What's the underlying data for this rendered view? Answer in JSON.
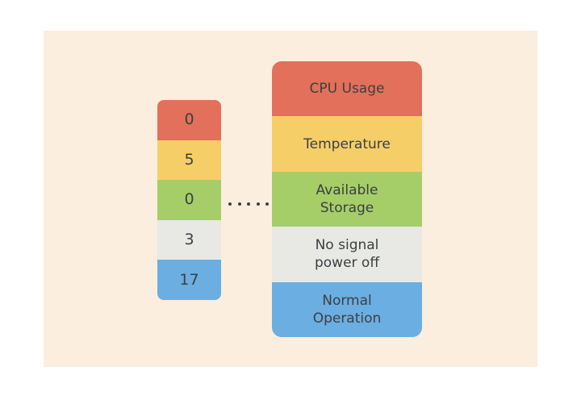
{
  "canvas": {
    "background": "#ffffff",
    "panel_background": "#FBEEDF"
  },
  "palette": {
    "red": "#E2705A",
    "yellow": "#F6CE68",
    "green": "#A5CE68",
    "gray": "#E8E9E4",
    "blue": "#6BAEE2",
    "text": "#3C4043"
  },
  "value_column": {
    "cells": [
      {
        "value": "0",
        "color": "#E2705A"
      },
      {
        "value": "5",
        "color": "#F6CE68"
      },
      {
        "value": "0",
        "color": "#A5CE68"
      },
      {
        "value": "3",
        "color": "#E8E9E4"
      },
      {
        "value": "17",
        "color": "#6BAEE2"
      }
    ]
  },
  "connector": {
    "style": "dotted",
    "dot_count": 5,
    "color": "#3C4043"
  },
  "label_panel": {
    "cells": [
      {
        "label": "CPU Usage",
        "color": "#E2705A"
      },
      {
        "label": "Temperature",
        "color": "#F6CE68"
      },
      {
        "label": "Available\nStorage",
        "color": "#A5CE68"
      },
      {
        "label": "No signal\npower off",
        "color": "#E8E9E4"
      },
      {
        "label": "Normal\nOperation",
        "color": "#6BAEE2"
      }
    ]
  }
}
